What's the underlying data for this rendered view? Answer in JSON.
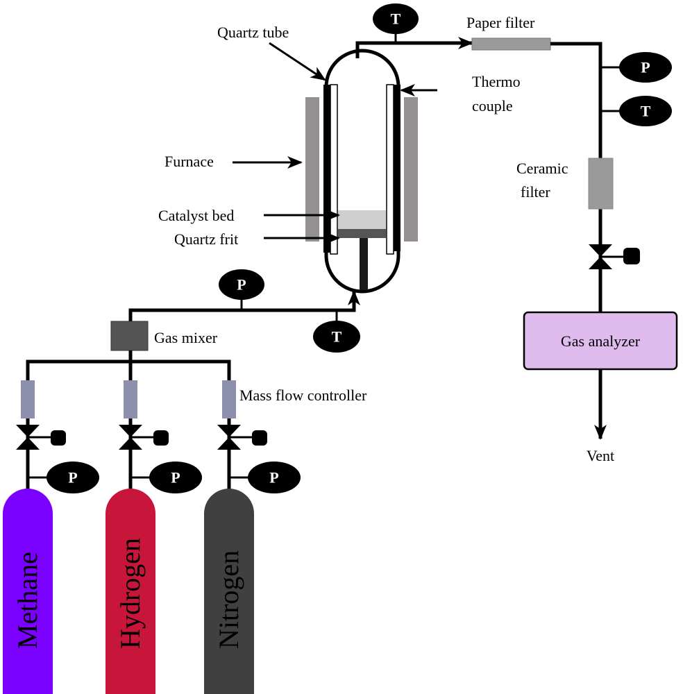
{
  "labels": {
    "quartz_tube": "Quartz tube",
    "thermocouple_1": "Thermo",
    "thermocouple_2": "couple",
    "furnace": "Furnace",
    "catalyst_bed": "Catalyst bed",
    "quartz_frit": "Quartz frit",
    "paper_filter": "Paper filter",
    "ceramic_filter_1": "Ceramic",
    "ceramic_filter_2": "filter",
    "gas_mixer": "Gas mixer",
    "mass_flow_controller": "Mass flow controller",
    "gas_analyzer": "Gas analyzer",
    "vent": "Vent"
  },
  "gauges": {
    "pressure": "P",
    "temperature": "T"
  },
  "cylinders": [
    {
      "name": "Methane",
      "color": "#7a00ff"
    },
    {
      "name": "Hydrogen",
      "color": "#c8163a"
    },
    {
      "name": "Nitrogen",
      "color": "#404040"
    }
  ],
  "colors": {
    "furnace": "#959191",
    "gas_analyzer": "#e0bcee",
    "mfc": "#8c90ac",
    "filter": "#9a9a9a",
    "catalyst": "#cfcfcf",
    "frit": "#555555"
  }
}
